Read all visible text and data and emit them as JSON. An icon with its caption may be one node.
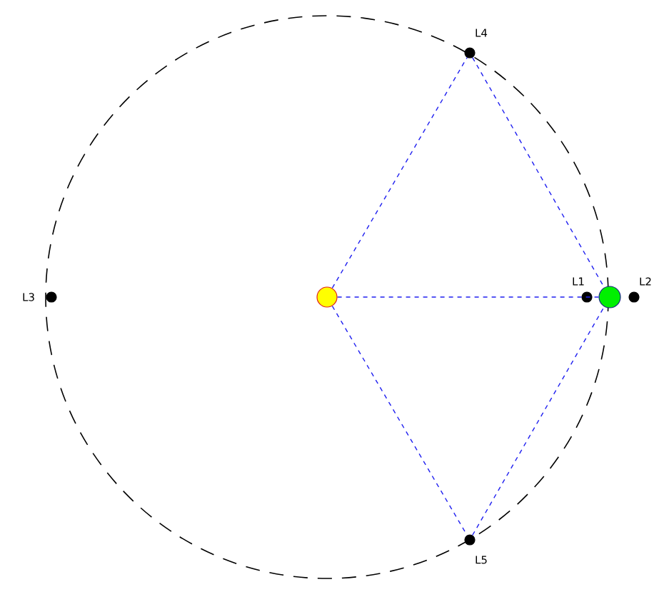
{
  "diagram": {
    "nodes": [
      {
        "text": [],
        "shape": "circle",
        "beside": [
          "L4"
        ]
      },
      {
        "text": [],
        "shape": "circle",
        "beside": [
          "L3"
        ]
      },
      {
        "text": [],
        "shape": "circle"
      },
      {
        "text": [],
        "shape": "circle",
        "beside": [
          "L1"
        ]
      },
      {
        "text": [],
        "shape": "circle"
      },
      {
        "text": [],
        "shape": "circle",
        "beside": [
          "L2"
        ]
      },
      {
        "text": [],
        "shape": "circle",
        "beside": [
          "L5"
        ]
      }
    ],
    "edges": [
      {
        "from": 2,
        "to": 0,
        "arrow": "none"
      },
      {
        "from": 2,
        "to": 4,
        "arrow": "none"
      },
      {
        "from": 2,
        "to": 6,
        "arrow": "none"
      },
      {
        "from": 0,
        "to": 4,
        "arrow": "none"
      },
      {
        "from": 6,
        "to": 4,
        "arrow": "none"
      }
    ]
  }
}
